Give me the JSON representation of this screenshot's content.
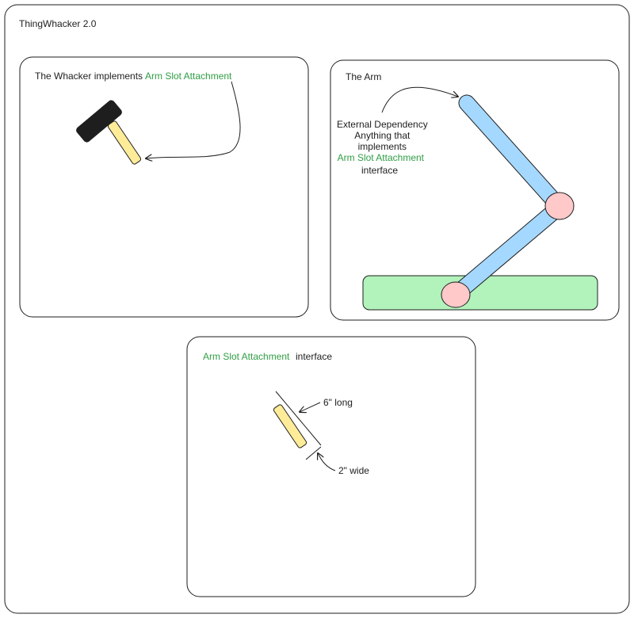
{
  "title": "ThingWhacker 2.0",
  "colors": {
    "attachment_label": "#2f9e44",
    "arm_segment": "#a5d8ff",
    "joint": "#ffc9c9",
    "base": "#b2f2bb",
    "hammer_head": "#1e1e1e",
    "handle": "#ffec99",
    "stroke": "#1e1e1e"
  },
  "whacker": {
    "prefix": "The Whacker implements",
    "highlight": "Arm Slot Attachment"
  },
  "arm": {
    "title": "The Arm",
    "note_lines": [
      "External Dependency",
      "Anything that",
      "implements"
    ],
    "note_highlight": "Arm Slot Attachment",
    "note_suffix": "interface"
  },
  "interface": {
    "highlight": "Arm Slot Attachment",
    "suffix": "interface",
    "length_label": "6\" long",
    "width_label": "2\" wide"
  }
}
